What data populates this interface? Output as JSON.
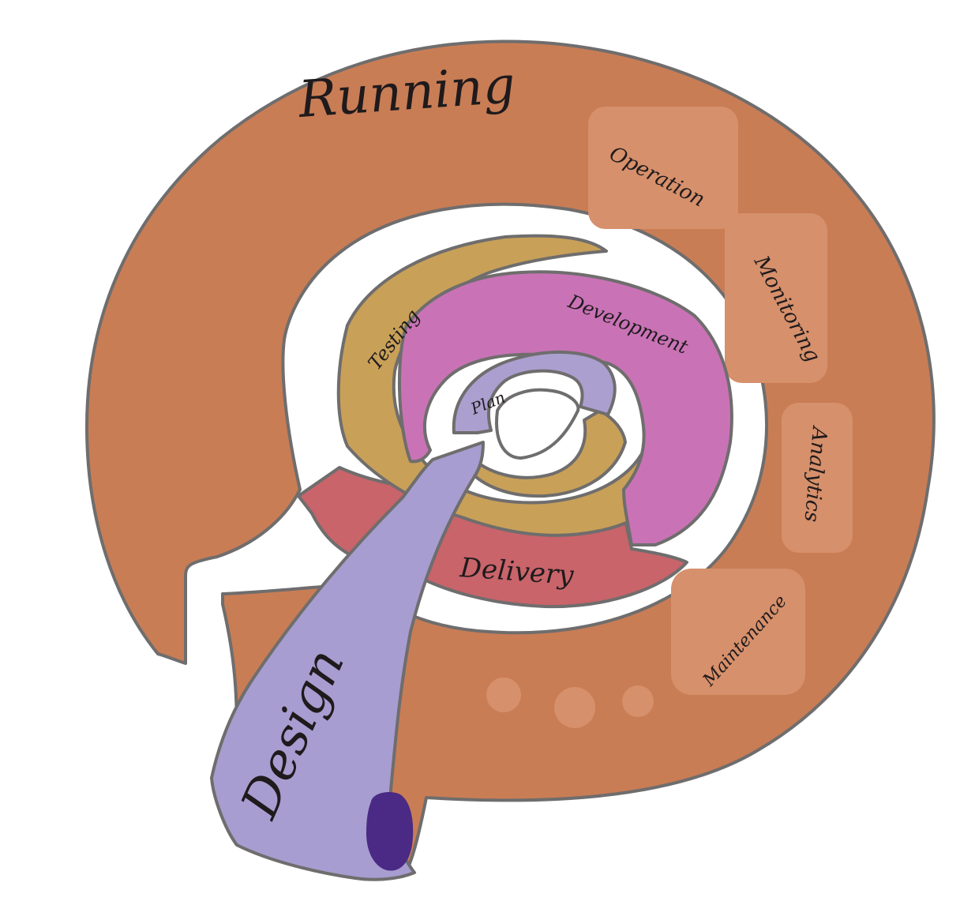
{
  "diagram": {
    "colors": {
      "running": "#c97d55",
      "running_panel": "#d6906b",
      "testing": "#c8a058",
      "development": "#c973b6",
      "plan": "#ab9fcf",
      "delivery": "#c8646a",
      "design": "#a79dd0",
      "design_tip": "#4a2a84",
      "outline": "#6f6d6d"
    },
    "labels": {
      "running": "Running",
      "operation": "Operation",
      "monitoring": "Monitoring",
      "analytics": "Analytics",
      "maintenance": "Maintenance",
      "testing": "Testing",
      "development": "Development",
      "plan": "Plan",
      "delivery": "Delivery",
      "design": "Design"
    }
  }
}
